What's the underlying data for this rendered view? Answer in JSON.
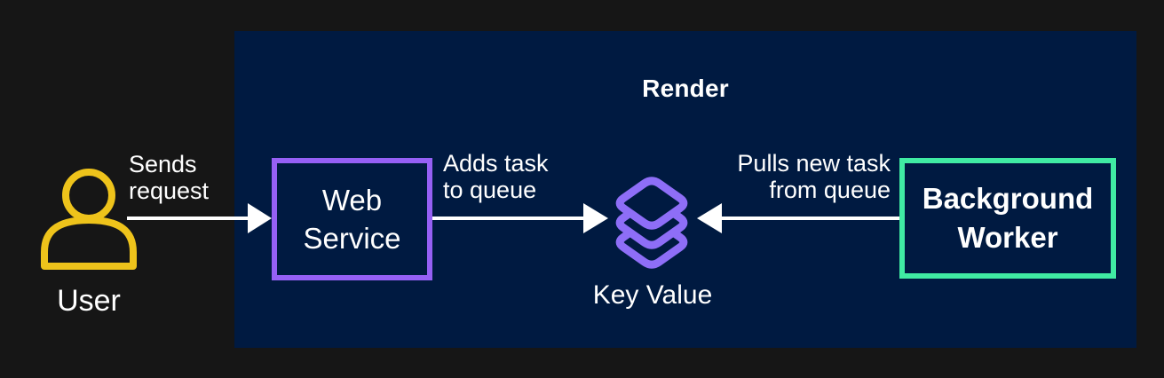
{
  "colors": {
    "outer_background": "#161616",
    "panel_background": "#001A41",
    "web_service_border": "#9660F5",
    "background_worker_border": "#40EBA3",
    "key_value_icon": "#8E6EF7",
    "user_icon": "#EEC31B",
    "text": "#FFFFFF",
    "arrow": "#FFFFFF"
  },
  "panel": {
    "title": "Render"
  },
  "user": {
    "label": "User"
  },
  "nodes": {
    "web_service": {
      "line1": "Web",
      "line2": "Service"
    },
    "key_value": {
      "label": "Key Value"
    },
    "background_worker": {
      "line1": "Background",
      "line2": "Worker"
    }
  },
  "edges": {
    "sends_request": {
      "line1": "Sends",
      "line2": "request"
    },
    "adds_task": {
      "line1": "Adds task",
      "line2": "to queue"
    },
    "pulls_task": {
      "line1": "Pulls new task",
      "line2": "from queue"
    }
  }
}
